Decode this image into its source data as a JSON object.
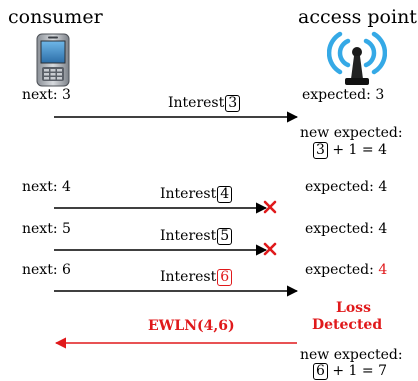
{
  "headers": {
    "consumer": "consumer",
    "access_point": "access point"
  },
  "colors": {
    "red": "#e0191b",
    "black": "#000000"
  },
  "icons": {
    "consumer": "phone-icon",
    "access_point": "antenna-icon",
    "drop": "x-mark-icon"
  },
  "rows": [
    {
      "next": "next: 3",
      "interest_word": "Interest",
      "interest_num": "3",
      "expected_label": "expected: ",
      "expected_value": "3"
    },
    {
      "next": "next: 4",
      "interest_word": "Interest",
      "interest_num": "4",
      "expected_label": "expected: ",
      "expected_value": "4"
    },
    {
      "next": "next: 5",
      "interest_word": "Interest",
      "interest_num": "5",
      "expected_label": "expected: ",
      "expected_value": "4"
    },
    {
      "next": "next: 6",
      "interest_word": "Interest",
      "interest_num": "6",
      "expected_label": "expected: ",
      "expected_value": "4"
    }
  ],
  "updates": [
    {
      "label": "new expected:",
      "boxed": "3",
      "rest": "+ 1 = 4"
    },
    {
      "label": "new expected:",
      "boxed": "6",
      "rest": "+ 1 = 7"
    }
  ],
  "loss": {
    "line1": "Loss",
    "line2": "Detected"
  },
  "ewln": "EWLN(4,6)"
}
